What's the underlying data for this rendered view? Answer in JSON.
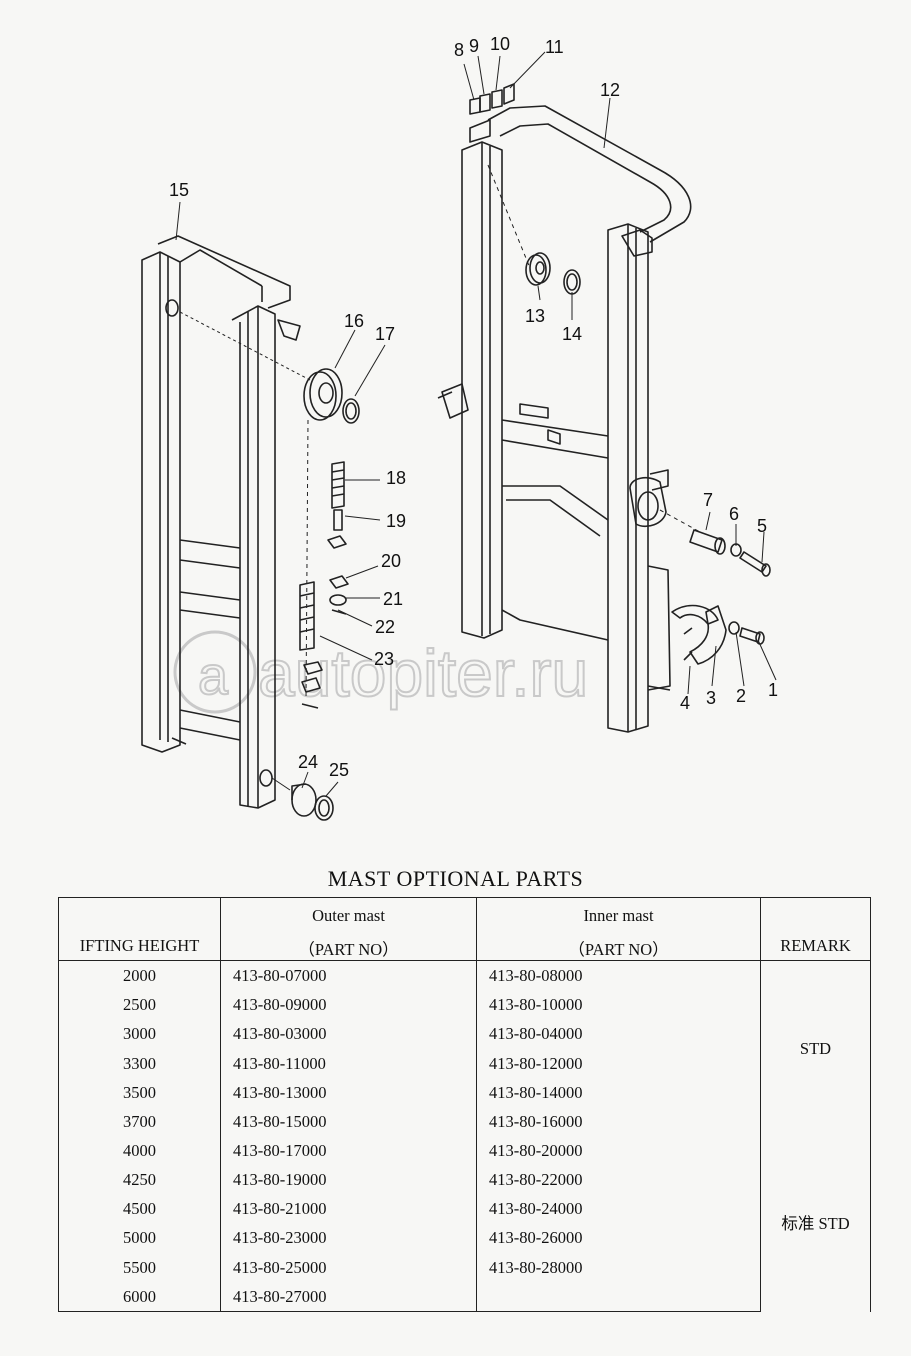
{
  "drawing": {
    "callouts": [
      "1",
      "2",
      "3",
      "4",
      "5",
      "6",
      "7",
      "8",
      "9",
      "10",
      "11",
      "12",
      "13",
      "14",
      "15",
      "16",
      "17",
      "18",
      "19",
      "20",
      "21",
      "22",
      "23",
      "24",
      "25"
    ],
    "watermark": "autopiter.ru"
  },
  "table": {
    "title": "MAST OPTIONAL PARTS",
    "headers": {
      "height": "IFTING HEIGHT",
      "outer_top": "Outer mast",
      "outer_bottom": "（PART NO）",
      "inner_top": "Inner mast",
      "inner_bottom": "（PART NO）",
      "remark": "REMARK"
    },
    "rows": [
      {
        "height": "2000",
        "outer": "413-80-07000",
        "inner": "413-80-08000"
      },
      {
        "height": "2500",
        "outer": "413-80-09000",
        "inner": "413-80-10000"
      },
      {
        "height": "3000",
        "outer": "413-80-03000",
        "inner": "413-80-04000"
      },
      {
        "height": "3300",
        "outer": "413-80-11000",
        "inner": "413-80-12000"
      },
      {
        "height": "3500",
        "outer": "413-80-13000",
        "inner": "413-80-14000"
      },
      {
        "height": "3700",
        "outer": "413-80-15000",
        "inner": "413-80-16000"
      },
      {
        "height": "4000",
        "outer": "413-80-17000",
        "inner": "413-80-20000"
      },
      {
        "height": "4250",
        "outer": "413-80-19000",
        "inner": "413-80-22000"
      },
      {
        "height": "4500",
        "outer": "413-80-21000",
        "inner": "413-80-24000"
      },
      {
        "height": "5000",
        "outer": "413-80-23000",
        "inner": "413-80-26000"
      },
      {
        "height": "5500",
        "outer": "413-80-25000",
        "inner": "413-80-28000"
      },
      {
        "height": "6000",
        "outer": "413-80-27000",
        "inner": ""
      }
    ],
    "remark_group1": "STD",
    "remark_group2": "标准 STD"
  }
}
